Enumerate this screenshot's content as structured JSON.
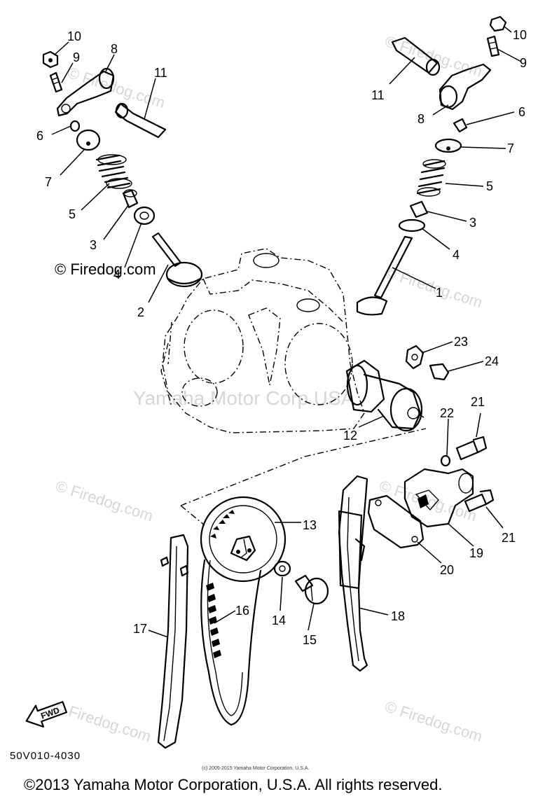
{
  "watermarks": {
    "site_a": "© Firedog.com",
    "site_b": "© Firedog.com",
    "site_c": "© Firedog.com",
    "site_d": "© Firedog.com",
    "site_e": "© Firedog.com",
    "site_f": "© Firedog.com",
    "site_g": "© Firedog.com",
    "center": "Yamaha Motor Corp USA"
  },
  "callouts": {
    "p1": "1",
    "p2": "2",
    "p3l": "3",
    "p3r": "3",
    "p4l": "4",
    "p4r": "4",
    "p5l": "5",
    "p5r": "5",
    "p6l": "6",
    "p6r": "6",
    "p7l": "7",
    "p7r": "7",
    "p8l": "8",
    "p8r": "8",
    "p9l": "9",
    "p9r": "9",
    "p10l": "10",
    "p10r": "10",
    "p11l": "11",
    "p11r": "11",
    "p12": "12",
    "p13": "13",
    "p14": "14",
    "p15": "15",
    "p16": "16",
    "p17": "17",
    "p18": "18",
    "p19": "19",
    "p20": "20",
    "p21a": "21",
    "p21b": "21",
    "p22": "22",
    "p23": "23",
    "p24": "24"
  },
  "diagram_code": "50V010-4030",
  "fwd_label": "FWD",
  "fine_print": "(c) 2005-2015 Yamaha Motor Corporation, U.S.A.",
  "copyright": "©2013 Yamaha Motor Corporation, U.S.A. All rights reserved."
}
